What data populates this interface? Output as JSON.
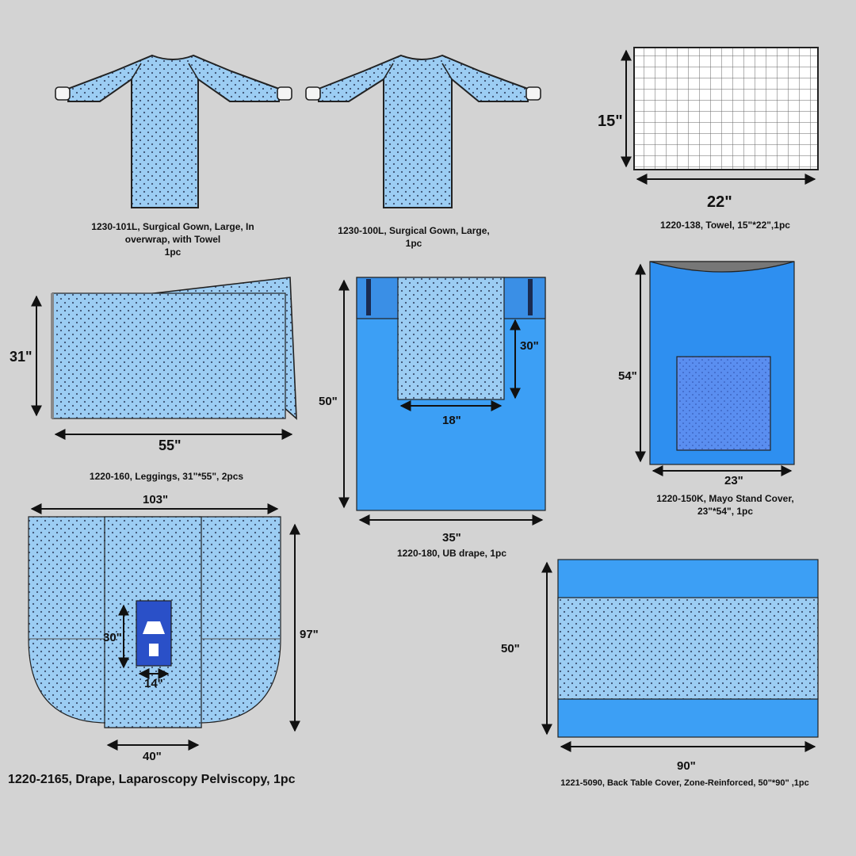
{
  "items": [
    {
      "id": "gown-101l",
      "caption": [
        "1230-101L, Surgical Gown, Large, In",
        "overwrap, with Towel",
        "1pc"
      ]
    },
    {
      "id": "gown-100l",
      "caption": [
        "1230-100L, Surgical Gown, Large,",
        "1pc"
      ]
    },
    {
      "id": "towel",
      "caption": [
        "1220-138, Towel, 15\"*22\",1pc"
      ],
      "dims": {
        "w": "22\"",
        "h": "15\""
      }
    },
    {
      "id": "leggings",
      "caption": [
        "1220-160, Leggings, 31\"*55\", 2pcs"
      ],
      "dims": {
        "w": "55\"",
        "h": "31\""
      }
    },
    {
      "id": "ub-drape",
      "caption": [
        "1220-180, UB drape, 1pc"
      ],
      "dims": {
        "w": "35\"",
        "h": "50\"",
        "inner_w": "18\"",
        "inner_h": "30\""
      }
    },
    {
      "id": "mayo",
      "caption": [
        "1220-150K, Mayo Stand Cover,",
        "23\"*54\", 1pc"
      ],
      "dims": {
        "w": "23\"",
        "h": "54\""
      }
    },
    {
      "id": "lap-drape",
      "caption": [
        "1220-2165, Drape, Laparoscopy Pelviscopy, 1pc"
      ],
      "dims": {
        "w": "103\"",
        "h": "97\"",
        "panel_w": "40\"",
        "fen_h": "30\"",
        "fen_w": "14\""
      }
    },
    {
      "id": "back-table",
      "caption": [
        "1221-5090, Back Table Cover, Zone-Reinforced, 50\"*90\" ,1pc"
      ],
      "dims": {
        "w": "90\"",
        "h": "50\""
      }
    }
  ],
  "colors": {
    "background": "#d3d3d3",
    "light_blue": "#8cc4f2",
    "dotted_blue": "#a6d2f5",
    "bright_blue": "#3ca0f5",
    "dark_blue": "#2a5fd0",
    "outline": "#222222"
  }
}
